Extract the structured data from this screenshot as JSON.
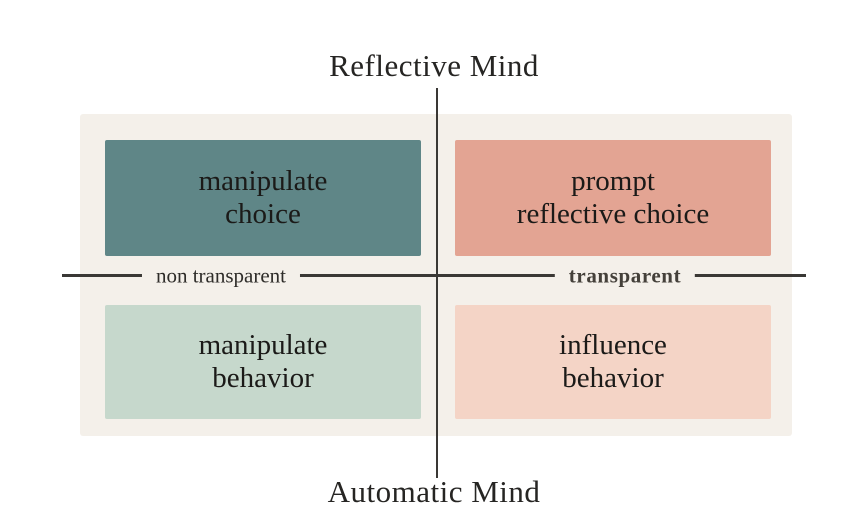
{
  "diagram": {
    "vertical_axis": {
      "top_label": "Reflective Mind",
      "bottom_label": "Automatic Mind"
    },
    "horizontal_axis": {
      "left_label": "non transparent",
      "right_label": "transparent"
    }
  },
  "quadrants": [
    {
      "name": "manipulate-choice",
      "line1": "manipulate",
      "line2": "choice",
      "color": "#5f8687"
    },
    {
      "name": "prompt-reflective-choice",
      "line1": "prompt",
      "line2": "reflective choice",
      "color": "#e3a493"
    },
    {
      "name": "manipulate-behavior",
      "line1": "manipulate",
      "line2": "behavior",
      "color": "#c6d8cc"
    },
    {
      "name": "influence-behavior",
      "line1": "influence",
      "line2": "behavior",
      "color": "#f4d4c6"
    }
  ],
  "colors": {
    "page_background": "#ffffff",
    "panel_background": "#f4f0ea",
    "axis_line": "#3a3835",
    "text": "#1b1a18"
  }
}
